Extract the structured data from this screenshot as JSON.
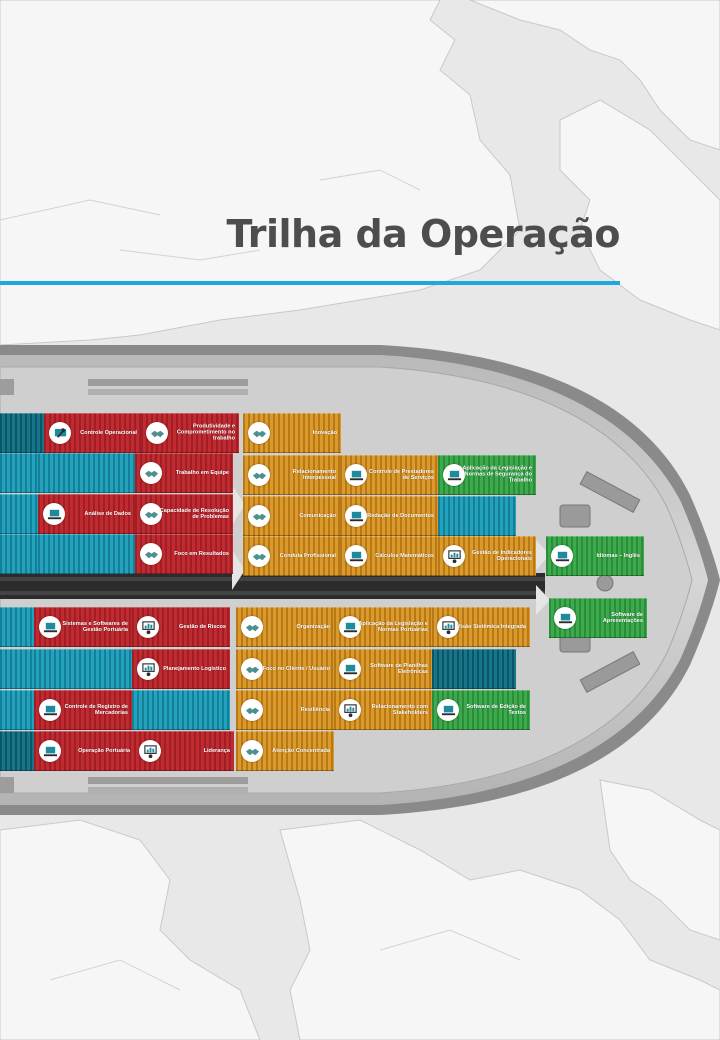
{
  "page": {
    "title": "Trilha da Operação"
  },
  "colors": {
    "accent_rule": "#1ea8df",
    "title_text": "#4d4d4d",
    "red": "#c02a31",
    "orange": "#db9a2c",
    "green": "#3bab4c",
    "teal": "#23a2bd",
    "map_background": "#e8e8e8"
  },
  "containers": [
    {
      "id": "controle-operacional",
      "label": "Controle Operacional",
      "color": "red",
      "icon": "gavel-icon"
    },
    {
      "id": "produtividade",
      "label": "Produtividade e Comprometimento no trabalho",
      "color": "red",
      "icon": "handshake-icon"
    },
    {
      "id": "trabalho-equipe",
      "label": "Trabalho em Equipe",
      "color": "red",
      "icon": "handshake-icon"
    },
    {
      "id": "analise-dados",
      "label": "Análise de Dados",
      "color": "red",
      "icon": "laptop-chart-icon"
    },
    {
      "id": "resolucao-problemas",
      "label": "Capacidade de Resolução de Problemas",
      "color": "red",
      "icon": "handshake-icon"
    },
    {
      "id": "foco-resultados",
      "label": "Foco em Resultados",
      "color": "red",
      "icon": "handshake-icon"
    },
    {
      "id": "sistemas-softwares",
      "label": "Sistemas e Softwares de Gestão Portuária",
      "color": "red",
      "icon": "laptop-chart-icon"
    },
    {
      "id": "gestao-riscos",
      "label": "Gestão de Riscos",
      "color": "red",
      "icon": "presentation-icon"
    },
    {
      "id": "planejamento-logistico",
      "label": "Planejamento Logístico",
      "color": "red",
      "icon": "presentation-icon"
    },
    {
      "id": "controle-registro",
      "label": "Controle de Registro de Mercadorias",
      "color": "red",
      "icon": "laptop-chart-icon"
    },
    {
      "id": "operacao-portuaria",
      "label": "Operação Portuária",
      "color": "red",
      "icon": "laptop-chart-icon"
    },
    {
      "id": "lideranca",
      "label": "Liderança",
      "color": "red",
      "icon": "presentation-icon"
    },
    {
      "id": "inovacao",
      "label": "Inovação",
      "color": "orange",
      "icon": "handshake-icon"
    },
    {
      "id": "relacionamento-interpessoal",
      "label": "Relacionamento Interpessoal",
      "color": "orange",
      "icon": "handshake-icon"
    },
    {
      "id": "controle-prestadores",
      "label": "Controle de Prestadores de Serviços",
      "color": "orange",
      "icon": "laptop-chart-icon"
    },
    {
      "id": "comunicacao",
      "label": "Comunicação",
      "color": "orange",
      "icon": "handshake-icon"
    },
    {
      "id": "redacao-documentos",
      "label": "Redação de Documentos",
      "color": "orange",
      "icon": "laptop-chart-icon"
    },
    {
      "id": "conduta-profissional",
      "label": "Conduta Profissional",
      "color": "orange",
      "icon": "handshake-icon"
    },
    {
      "id": "calculos-matematicos",
      "label": "Cálculos Matemáticos",
      "color": "orange",
      "icon": "laptop-chart-icon"
    },
    {
      "id": "gestao-indicadores",
      "label": "Gestão de Indicadores Operacionais",
      "color": "orange",
      "icon": "presentation-icon"
    },
    {
      "id": "organizacao",
      "label": "Organização",
      "color": "orange",
      "icon": "handshake-icon"
    },
    {
      "id": "aplicacao-legislacao-normas",
      "label": "Aplicação da Legislação e Normas Portuárias",
      "color": "orange",
      "icon": "laptop-chart-icon"
    },
    {
      "id": "visao-sistemica",
      "label": "Visão Sistêmica Integrada",
      "color": "orange",
      "icon": "presentation-icon"
    },
    {
      "id": "foco-cliente",
      "label": "Foco no Cliente / Usuário",
      "color": "orange",
      "icon": "handshake-icon"
    },
    {
      "id": "software-planilhas",
      "label": "Software de Planilhas Eletrônicas",
      "color": "orange",
      "icon": "laptop-chart-icon"
    },
    {
      "id": "resiliencia",
      "label": "Resiliência",
      "color": "orange",
      "icon": "handshake-icon"
    },
    {
      "id": "relacionamento-stakeholders",
      "label": "Relacionamento com Stakeholders",
      "color": "orange",
      "icon": "presentation-icon"
    },
    {
      "id": "atencao-concentrada",
      "label": "Atenção Concentrada",
      "color": "orange",
      "icon": "handshake-icon"
    },
    {
      "id": "aplicacao-legislacao-seguranca",
      "label": "Aplicação da Legislação e Normas de Segurança do Trabalho",
      "color": "green",
      "icon": "laptop-chart-icon"
    },
    {
      "id": "idiomas-ingles",
      "label": "Idiomas – Inglês",
      "color": "green",
      "icon": "laptop-chart-icon"
    },
    {
      "id": "software-apresentacoes",
      "label": "Software de Apresentações",
      "color": "green",
      "icon": "laptop-chart-icon"
    },
    {
      "id": "software-textos",
      "label": "Software de Edição de Textos",
      "color": "green",
      "icon": "laptop-chart-icon"
    }
  ]
}
